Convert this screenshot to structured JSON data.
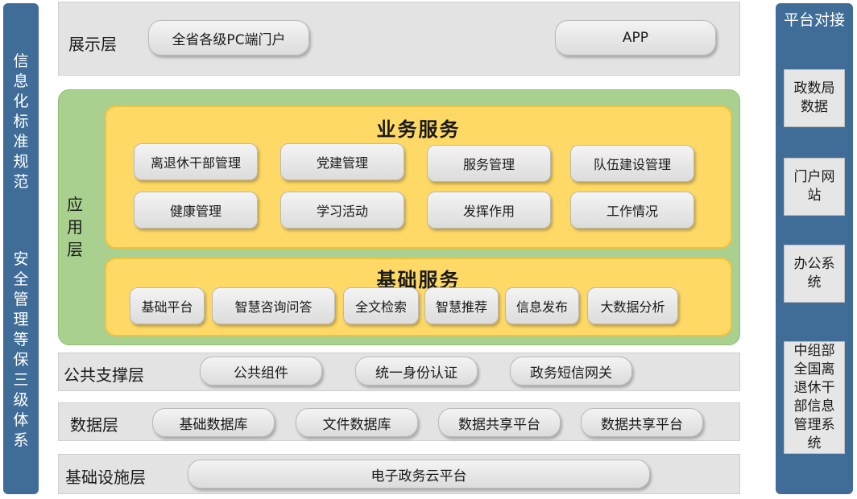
{
  "left_column": {
    "top_text": "信息化标准规范",
    "bottom_text": "安全管理等保三级体系"
  },
  "right_column": {
    "title": "平台对接",
    "items": [
      "政数局数据",
      "门户网站",
      "办公系统",
      "中组部全国离退休干部信息管理系统"
    ]
  },
  "display_layer": {
    "title": "展示层",
    "items": [
      "全省各级PC端门户",
      "APP"
    ]
  },
  "application_layer": {
    "title": "应用层",
    "business": {
      "title": "业务服务",
      "items": [
        "离退休干部管理",
        "党建管理",
        "服务管理",
        "队伍建设管理",
        "健康管理",
        "学习活动",
        "发挥作用",
        "工作情况"
      ]
    },
    "basic": {
      "title": "基础服务",
      "items": [
        "基础平台",
        "智慧咨询问答",
        "全文检索",
        "智慧推荐",
        "信息发布",
        "大数据分析"
      ]
    }
  },
  "public_layer": {
    "title": "公共支撑层",
    "items": [
      "公共组件",
      "统一身份认证",
      "政务短信网关"
    ]
  },
  "data_layer": {
    "title": "数据层",
    "items": [
      "基础数据库",
      "文件数据库",
      "数据共享平台",
      "数据共享平台"
    ]
  },
  "infra_layer": {
    "title": "基础设施层",
    "items": [
      "电子政务云平台"
    ]
  },
  "colors": {
    "side_blue": "#3f6d98",
    "app_green": "#a9d08e",
    "service_yellow": "#ffd966",
    "band_grey": "#e3e3e3"
  }
}
